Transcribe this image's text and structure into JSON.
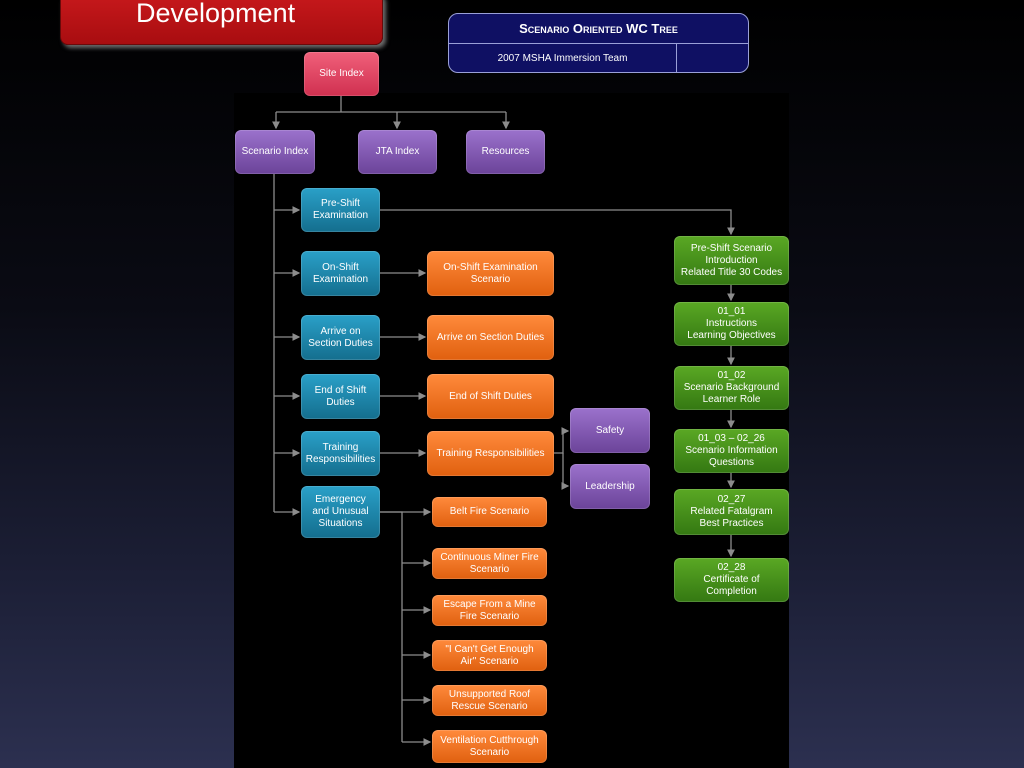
{
  "slide_title": "Development",
  "header": {
    "title": "Scenario Oriented WC Tree",
    "subtitle": "2007 MSHA Immersion Team"
  },
  "nodes": {
    "site_index": "Site Index",
    "scenario_index": "Scenario Index",
    "jta_index": "JTA Index",
    "resources": "Resources",
    "pre_shift_examination": "Pre-Shift\nExamination",
    "on_shift_examination": "On-Shift\nExamination",
    "arrive_on_section_duties": "Arrive on\nSection Duties",
    "end_of_shift_duties": "End of Shift\nDuties",
    "training_responsibilities": "Training\nResponsibilities",
    "emergency_unusual": "Emergency\nand Unusual\nSituations",
    "on_shift_scenario": "On-Shift Examination\nScenario",
    "arrive_scenario": "Arrive on Section Duties",
    "end_of_shift_scenario": "End of Shift Duties",
    "training_scenario": "Training Responsibilities",
    "safety": "Safety",
    "leadership": "Leadership",
    "belt_fire": "Belt Fire Scenario",
    "continuous_miner_fire": "Continuous Miner Fire\nScenario",
    "escape_mine_fire": "Escape From a Mine\nFire Scenario",
    "cant_get_air": "\"I Can't Get Enough\nAir\" Scenario",
    "unsupported_roof": "Unsupported Roof\nRescue Scenario",
    "ventilation_cutthrough": "Ventilation Cutthrough\nScenario",
    "pre_shift_intro": "Pre-Shift Scenario\nIntroduction\nRelated Title 30 Codes",
    "step_01_01": "01_01\nInstructions\nLearning Objectives",
    "step_01_02": "01_02\nScenario Background\nLearner Role",
    "step_01_03": "01_03 – 02_26\nScenario Information\nQuestions",
    "step_02_27": "02_27\nRelated Fatalgram\nBest Practices",
    "step_02_28": "02_28\nCertificate of\nCompletion"
  },
  "colors": {
    "title_red": "#b81214",
    "header_navy": "#0f1063",
    "pink": "#e04563",
    "purple": "#8458b4",
    "teal": "#1f88ad",
    "orange": "#f57428",
    "green": "#468f1b",
    "connector": "#8c8c8c"
  }
}
